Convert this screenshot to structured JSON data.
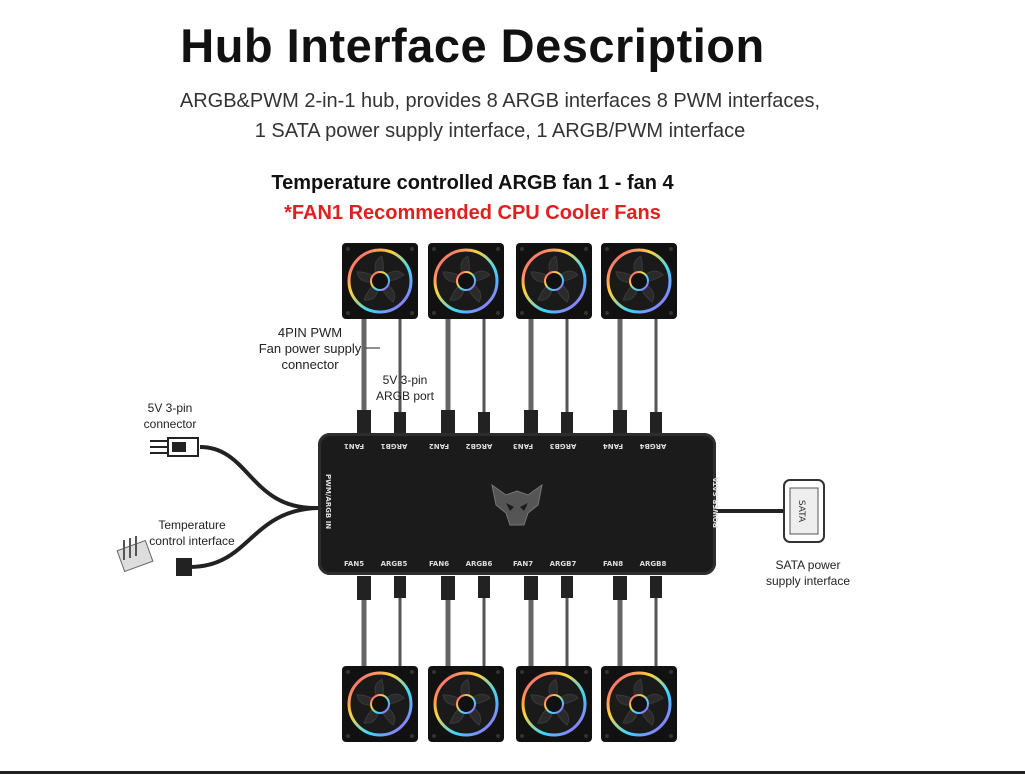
{
  "title": "Hub Interface Description",
  "subtitle_line1": "ARGB&PWM 2-in-1 hub, provides 8 ARGB interfaces 8 PWM interfaces,",
  "subtitle_line2": "1 SATA power supply interface, 1 ARGB/PWM interface",
  "heading": "Temperature controlled ARGB fan 1 - fan 4",
  "recommendation": "*FAN1 Recommended CPU Cooler Fans",
  "callouts": {
    "pwm_line1": "4PIN PWM",
    "pwm_line2": "Fan power supply",
    "pwm_line3": "connector",
    "argb_line1": "5V 3-pin",
    "argb_line2": "ARGB port",
    "fivev_line1": "5V 3-pin",
    "fivev_line2": "connector",
    "temp_line1": "Temperature",
    "temp_line2": "control interface",
    "sata_line1": "SATA power",
    "sata_line2": "supply interface"
  },
  "hub": {
    "top_ports": [
      "FAN1",
      "ARGB1",
      "FAN2",
      "ARGB2",
      "FAN3",
      "ARGB3",
      "FAN4",
      "ARGB4"
    ],
    "bottom_ports": [
      "FAN5",
      "ARGB5",
      "FAN6",
      "ARGB6",
      "FAN7",
      "ARGB7",
      "FAN8",
      "ARGB8"
    ],
    "left_label": "PWM/ARGB IN",
    "right_label": "POWER SATA"
  },
  "sata_plug_label": "SATA",
  "colors": {
    "title": "#111111",
    "recommendation": "#e02020",
    "hub_body": "#1c1b1b"
  },
  "icons": [
    "fan-icon",
    "hub-logo-icon",
    "sata-connector-icon",
    "temperature-sensor-icon",
    "3pin-connector-icon"
  ]
}
